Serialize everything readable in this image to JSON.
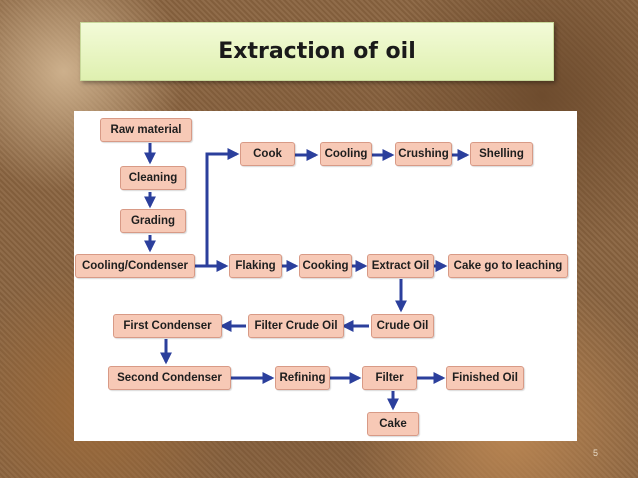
{
  "slide": {
    "title": "Extraction of oil",
    "page_number": "5"
  },
  "flow": {
    "raw_material": "Raw material",
    "cleaning": "Cleaning",
    "grading": "Grading",
    "cooling_condenser": "Cooling/Condenser",
    "cook": "Cook",
    "cooling": "Cooling",
    "crushing": "Crushing",
    "shelling": "Shelling",
    "flaking": "Flaking",
    "cooking": "Cooking",
    "extract_oil": "Extract Oil",
    "cake_leaching": "Cake go to leaching",
    "first_condenser": "First Condenser",
    "filter_crude_oil": "Filter Crude Oil",
    "crude_oil": "Crude Oil",
    "second_condenser": "Second Condenser",
    "refining": "Refining",
    "filter": "Filter",
    "finished_oil": "Finished Oil",
    "cake": "Cake"
  },
  "colors": {
    "node_fill": "#f7c9b6",
    "arrow": "#2b3f9c",
    "title_bg": "#e6f4c0"
  }
}
